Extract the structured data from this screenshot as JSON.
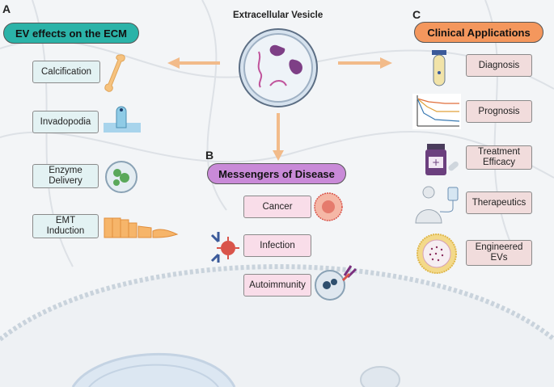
{
  "title": "Extracellular Vesicle",
  "panels": {
    "a": {
      "letter": "A",
      "header": "EV effects on the ECM",
      "items": [
        "Calcification",
        "Invadopodia",
        "Enzyme\nDelivery",
        "EMT\nInduction"
      ]
    },
    "b": {
      "letter": "B",
      "header": "Messengers of Disease",
      "items": [
        "Cancer",
        "Infection",
        "Autoimmunity"
      ]
    },
    "c": {
      "letter": "C",
      "header": "Clinical Applications",
      "items": [
        "Diagnosis",
        "Prognosis",
        "Treatment\nEfficacy",
        "Therapeutics",
        "Engineered\nEVs"
      ]
    }
  },
  "colors": {
    "teal": "#2bb3a8",
    "magenta": "#c98ad8",
    "orange": "#f4975d",
    "arrow": "#f2bb8a"
  },
  "icons": [
    "bone-icon",
    "invadopodia-icon",
    "enzyme-vesicle-icon",
    "emt-cells-icon",
    "cancer-cell-icon",
    "virus-antibody-icon",
    "autoimmune-cell-icon",
    "blood-tube-icon",
    "survival-curve-icon",
    "pill-bottle-icon",
    "iv-patient-icon",
    "engineered-ev-icon"
  ]
}
